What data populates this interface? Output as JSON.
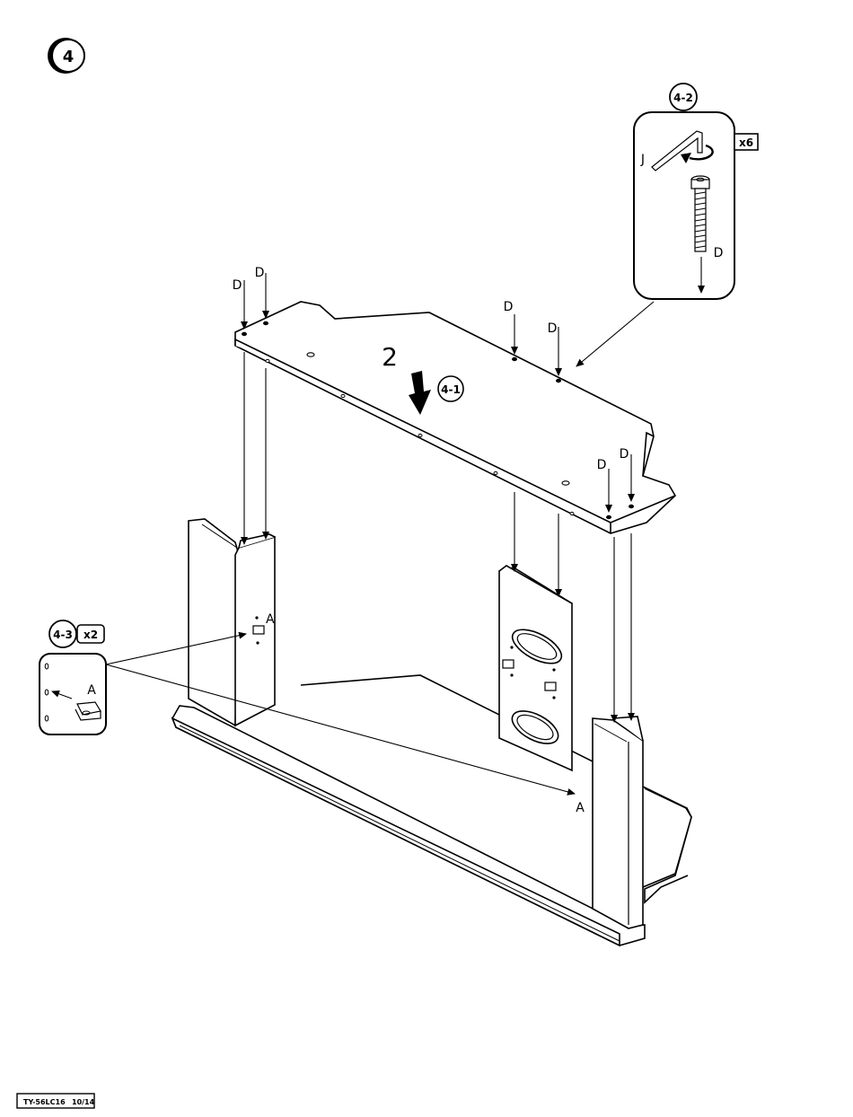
{
  "step": {
    "number": "4"
  },
  "callout_4_1": {
    "label": "4-1"
  },
  "callout_4_2": {
    "label": "4-2",
    "qty": "x6",
    "tool_label": "J",
    "part_label": "D"
  },
  "callout_4_3": {
    "label": "4-3",
    "qty": "x2",
    "part_label": "A"
  },
  "assembly": {
    "panel_number": "2",
    "screw_label": "D",
    "connector_label": "A"
  },
  "footer": {
    "code": "TY-56LC16",
    "page": "10/14"
  }
}
